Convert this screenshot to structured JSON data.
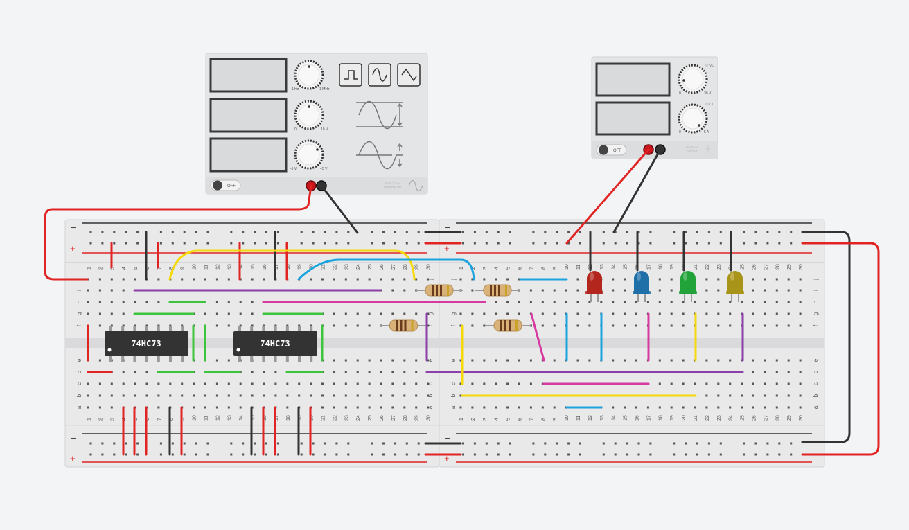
{
  "function_generator": {
    "freq_min": "1 Hz",
    "freq_max": "1 MHz",
    "amp_min": "0",
    "amp_max": "10 V",
    "offset_min": "-5 V",
    "offset_max": "+5 V",
    "power_label": "OFF",
    "brand_line1": "FUNCTION",
    "brand_line2": "GENERATOR",
    "waveforms": [
      "square",
      "sine",
      "triangle"
    ]
  },
  "power_supply": {
    "v_label": "VC",
    "c_label": "CC",
    "v_min": "0",
    "v_max": "30 V",
    "c_min": "0",
    "c_max": "5 A",
    "power_label": "OFF",
    "brand_line1": "VOLTAGE",
    "brand_line2": "SUPPLY"
  },
  "breadboard": {
    "row_letters_top": [
      "j",
      "i",
      "h",
      "g",
      "f"
    ],
    "row_letters_bottom": [
      "e",
      "d",
      "c",
      "b",
      "a"
    ],
    "columns": 30,
    "minus_label": "−",
    "plus_label": "+"
  },
  "chips": [
    {
      "label": "74HC73"
    },
    {
      "label": "74HC73"
    }
  ],
  "leds": [
    {
      "color_name": "red",
      "color": "#b3261e"
    },
    {
      "color_name": "blue",
      "color": "#1f6fa8"
    },
    {
      "color_name": "green",
      "color": "#22a33a"
    },
    {
      "color_name": "yellow",
      "color": "#a89418"
    }
  ],
  "colors": {
    "wire_red": "#e02424",
    "wire_black": "#333333",
    "wire_yellow": "#f5d90a",
    "wire_blue": "#1aa3dd",
    "wire_purple": "#8b3fa8",
    "wire_pink": "#d63aa0",
    "wire_green": "#3cc43c"
  }
}
